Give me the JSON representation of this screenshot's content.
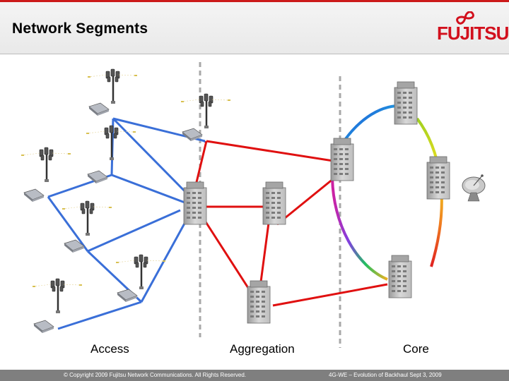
{
  "header": {
    "title": "Network Segments",
    "logo_text": "FUJITSU"
  },
  "segments": {
    "access": "Access",
    "aggregation": "Aggregation",
    "core": "Core"
  },
  "footer": {
    "copyright": "© Copyright 2009 Fujitsu Network Communications. All Rights Reserved.",
    "event": "4G-WE – Evolution of Backhaul Sept 3, 2009"
  },
  "colors": {
    "brand_red": "#d2101d",
    "access_link": "#3a6fd8",
    "aggregation_link": "#e01010",
    "divider": "#a8a8a8",
    "footer_bg": "#7f7f7f"
  },
  "icons": {
    "cell_tower": "cell-tower-icon",
    "microwave_radio": "microwave-radio-icon",
    "building": "building-icon",
    "satellite_dish": "satellite-dish-icon"
  }
}
